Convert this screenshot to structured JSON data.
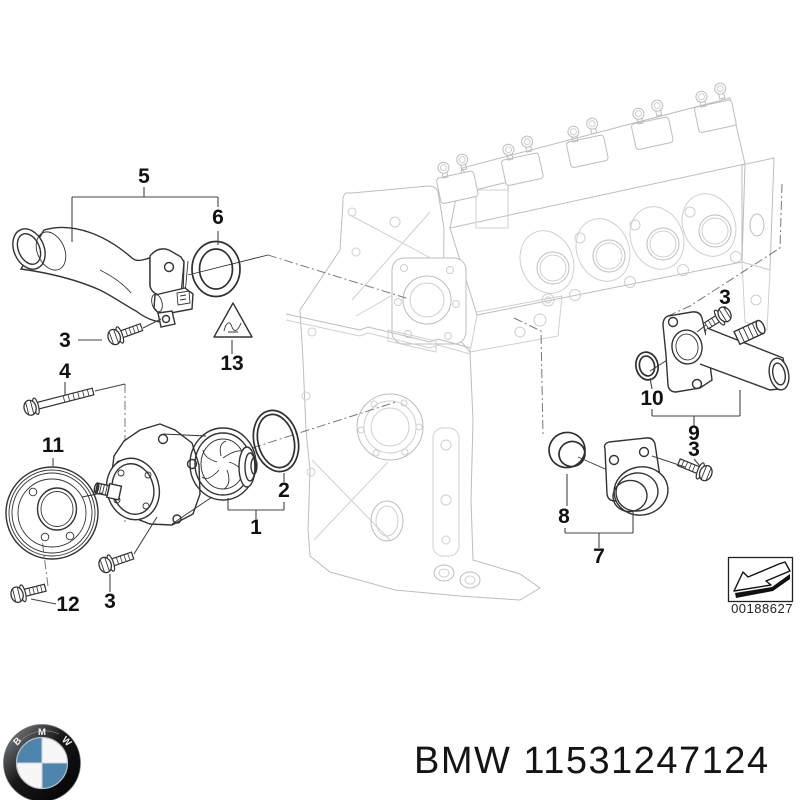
{
  "diagram": {
    "callout_labels": {
      "l1": "1",
      "l2": "2",
      "l3": "3",
      "l4": "4",
      "l5": "5",
      "l6": "6",
      "l7": "7",
      "l8": "8",
      "l9": "9",
      "l10": "10",
      "l11": "11",
      "l12": "12",
      "l13": "13"
    },
    "ref_code": "00188627"
  },
  "footer": {
    "caption": "BMW 11531247124",
    "logo_letters": "BMW",
    "roundel_blue": "#4e85ad"
  }
}
